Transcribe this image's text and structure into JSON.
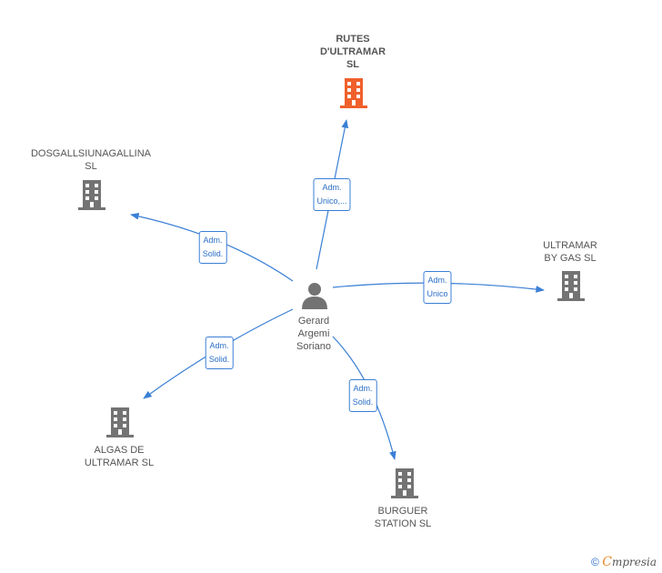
{
  "colors": {
    "edge": "#3a7fd5",
    "company_icon": "#737373",
    "highlight_icon": "#f0602b",
    "person_icon": "#737373"
  },
  "nodes": {
    "main": {
      "label": "RUTES\nD'ULTRAMAR\nSL",
      "icon": "building-icon"
    },
    "dosgalls": {
      "label": "DOSGALLSIUNAGALLINA\nSL",
      "icon": "building-icon"
    },
    "ultramar_gas": {
      "label": "ULTRAMAR\nBY GAS  SL",
      "icon": "building-icon"
    },
    "algas": {
      "label": "ALGAS DE\nULTRAMAR  SL",
      "icon": "building-icon"
    },
    "burguer": {
      "label": "BURGUER\nSTATION SL",
      "icon": "building-icon"
    },
    "person": {
      "label": "Gerard\nArgemi\nSoriano",
      "icon": "person-icon"
    }
  },
  "edges": {
    "to_main": "Adm.\nUnico,...",
    "to_dosgalls": "Adm.\nSolid.",
    "to_ultramar_gas": "Adm.\nUnico",
    "to_algas": "Adm.\nSolid.",
    "to_burguer": "Adm.\nSolid."
  },
  "watermark": {
    "copyright": "©",
    "brand_first": "C",
    "brand_rest": "mpresia"
  }
}
